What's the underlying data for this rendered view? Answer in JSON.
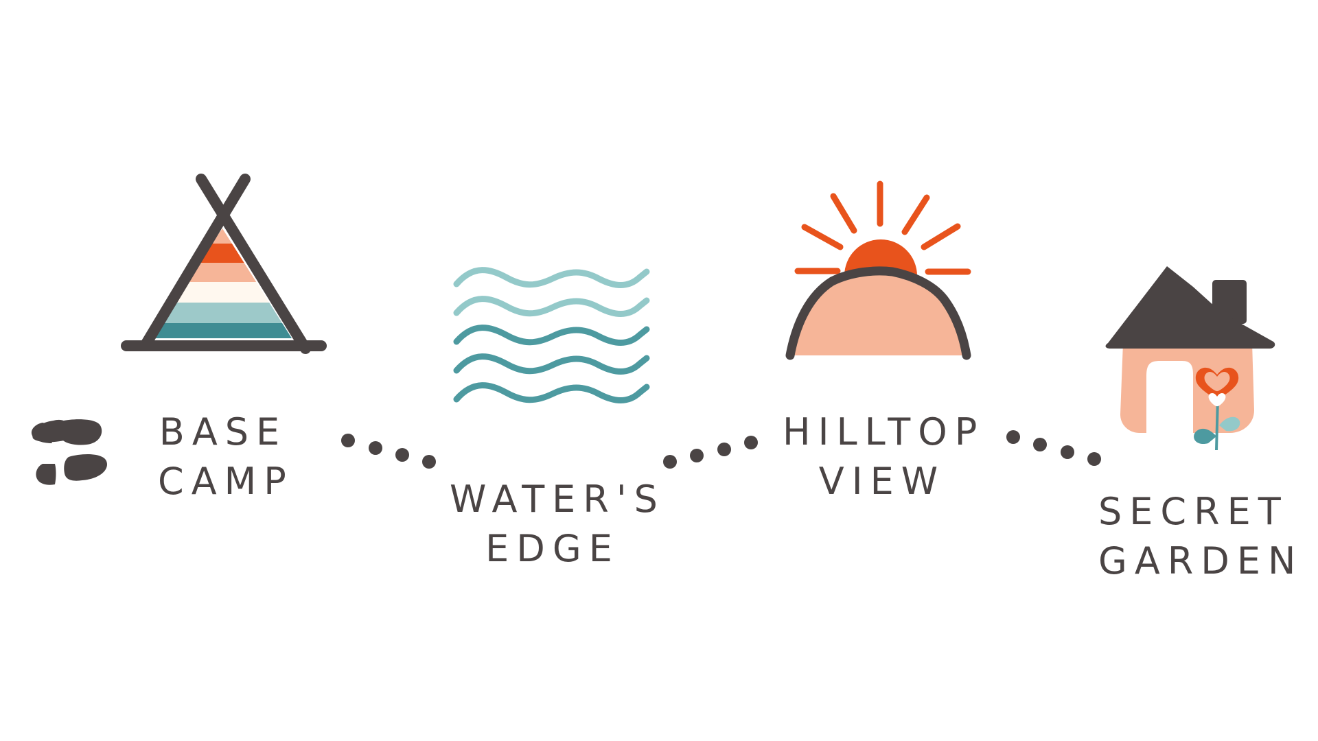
{
  "journey": {
    "stops": [
      {
        "id": "base-camp",
        "lines": [
          "BASE",
          "CAMP"
        ],
        "icon": "teepee-icon"
      },
      {
        "id": "waters-edge",
        "lines": [
          "WATER'S",
          "EDGE"
        ],
        "icon": "waves-icon"
      },
      {
        "id": "hilltop-view",
        "lines": [
          "HILLTOP",
          "VIEW"
        ],
        "icon": "sunrise-hill-icon"
      },
      {
        "id": "secret-garden",
        "lines": [
          "SECRET",
          "GARDEN"
        ],
        "icon": "house-flower-icon"
      }
    ],
    "start_icon": "footprints-icon",
    "connector": "dotted-path"
  },
  "colors": {
    "text": "#4a4444",
    "dark": "#4a4444",
    "orange": "#e8531c",
    "peach": "#f6b598",
    "cream": "#fff8ef",
    "light_teal": "#93c9c9",
    "teal": "#4d9aa0",
    "dark_teal": "#3a8a90"
  }
}
